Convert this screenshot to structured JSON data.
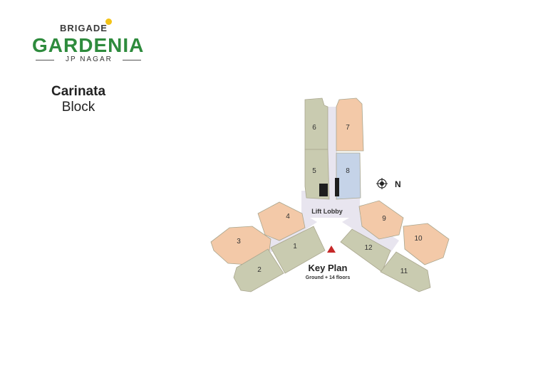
{
  "brand": {
    "top": "BRIGADE",
    "name": "GARDENIA",
    "location": "JP NAGAR",
    "accent_green": "#2e8b3d",
    "dot_yellow": "#f3c316"
  },
  "block": {
    "line1": "Carinata",
    "line2": "Block"
  },
  "plan": {
    "lobby_label": "Lift Lobby",
    "key_plan_title": "Key Plan",
    "key_plan_subtitle": "Ground + 14 floors",
    "north_label": "N",
    "units": [
      {
        "id": "1",
        "color": "green"
      },
      {
        "id": "2",
        "color": "green"
      },
      {
        "id": "3",
        "color": "peach"
      },
      {
        "id": "4",
        "color": "peach"
      },
      {
        "id": "5",
        "color": "green"
      },
      {
        "id": "6",
        "color": "green"
      },
      {
        "id": "7",
        "color": "peach"
      },
      {
        "id": "8",
        "color": "blue"
      },
      {
        "id": "9",
        "color": "peach"
      },
      {
        "id": "10",
        "color": "peach"
      },
      {
        "id": "11",
        "color": "green"
      },
      {
        "id": "12",
        "color": "green"
      }
    ],
    "colors": {
      "green": "#c9cbb0",
      "peach": "#f3c9a8",
      "blue": "#c5d3e8",
      "corridor": "#e8e5ef",
      "marker": "#c62828"
    }
  }
}
